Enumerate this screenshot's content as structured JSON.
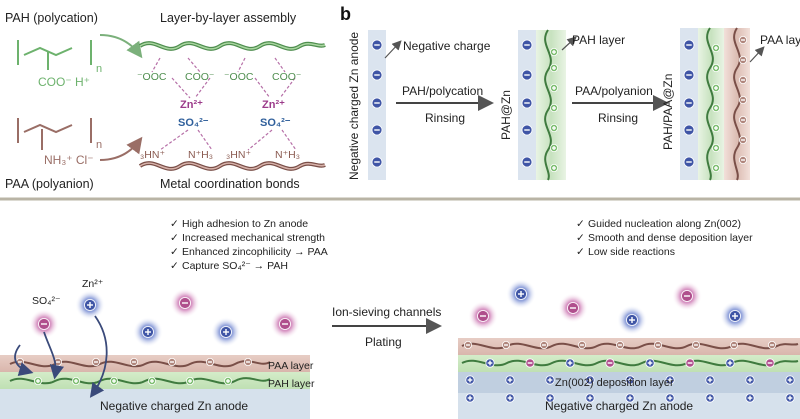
{
  "panel_b_letter": "b",
  "panel_a": {
    "pah_label": "PAH (polycation)",
    "paa_label": "PAA (polyanion)",
    "top_caption": "Layer-by-layer assembly",
    "bottom_caption": "Metal coordination bonds",
    "pah_sub_n": "n",
    "paa_sub_n": "n",
    "pah_group": "COO⁻ H⁺",
    "paa_group": "NH₃⁺ Cl⁻",
    "ooc_labels": [
      "⁻OOC",
      "COO⁻",
      "⁻OOC",
      "COO⁻"
    ],
    "zn_labels": [
      "Zn²⁺",
      "Zn²⁺"
    ],
    "so4_labels": [
      "SO₄²⁻",
      "SO₄²⁻"
    ],
    "hn_labels": [
      "₃HN⁺",
      "N⁺H₃",
      "₃HN⁺",
      "N⁺H₃"
    ]
  },
  "panel_b": {
    "anode_label": "Negative charged Zn anode",
    "negative_charge": "Negative charge",
    "step1_top": "PAH/polycation",
    "step1_bottom": "Rinsing",
    "pah_zn": "PAH@Zn",
    "pah_layer": "PAH layer",
    "step2_top": "PAA/polyanion",
    "step2_bottom": "Rinsing",
    "paa_pah_zn": "PAH/PAA@Zn",
    "paa_layer": "PAA layer"
  },
  "panel_c": {
    "left_bullets": [
      "High adhesion to Zn anode",
      "Increased mechanical strength",
      "Enhanced zincophilicity → PAA",
      "Capture SO₄²⁻ → PAH"
    ],
    "right_bullets": [
      "Guided nucleation along Zn(002)",
      "Smooth and dense deposition layer",
      "Low side reactions"
    ],
    "check_mark": "✓",
    "so4_ion": "SO₄²⁻",
    "zn_ion": "Zn²⁺",
    "ion_sieving": "Ion-sieving channels",
    "plating": "Plating",
    "paa_layer": "PAA layer",
    "pah_layer": "PAH layer",
    "left_anode": "Negative charged Zn anode",
    "right_anode": "Negative charged Zn anode",
    "deposition_layer": "Zn(002) deposition layer"
  },
  "colors": {
    "green": "#6db26d",
    "green_light": "#cfe6c8",
    "brown": "#8a5a50",
    "brown_light": "#e2c7c0",
    "blue_sphere": "#3f55a6",
    "purple_sphere": "#b04f8d",
    "zn_magenta": "#9b3b8a",
    "so4_blue": "#2f5f9b",
    "anode_blue": "#dde6f0",
    "divider": "#b9b4a5"
  }
}
